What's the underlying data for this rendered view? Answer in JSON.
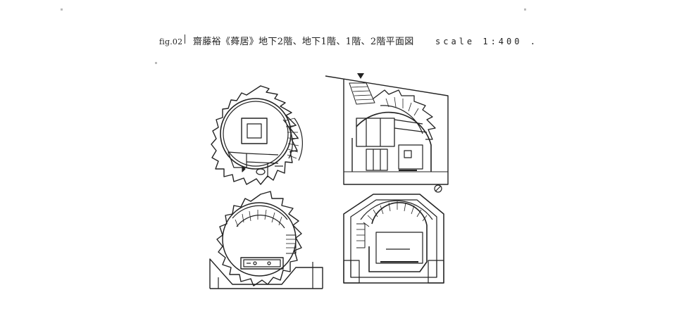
{
  "header": {
    "fig_label": "fig.02",
    "title": "齋藤裕《蕣居》地下2階、地下1階、1階、2階平面図",
    "scale": "scale 1:400 ."
  },
  "colors": {
    "ink": "#222222",
    "paper": "#ffffff",
    "hatch": "#555555"
  },
  "plans": [
    {
      "key": "basement-2",
      "shape": "spiral-circle"
    },
    {
      "key": "basement-1",
      "shape": "walled-lot"
    },
    {
      "key": "ground-1",
      "shape": "circle-with-base"
    },
    {
      "key": "floor-2",
      "shape": "octagon"
    }
  ],
  "icons": {
    "entrance": "triangle-down-icon",
    "north": "north-arrow-icon"
  }
}
